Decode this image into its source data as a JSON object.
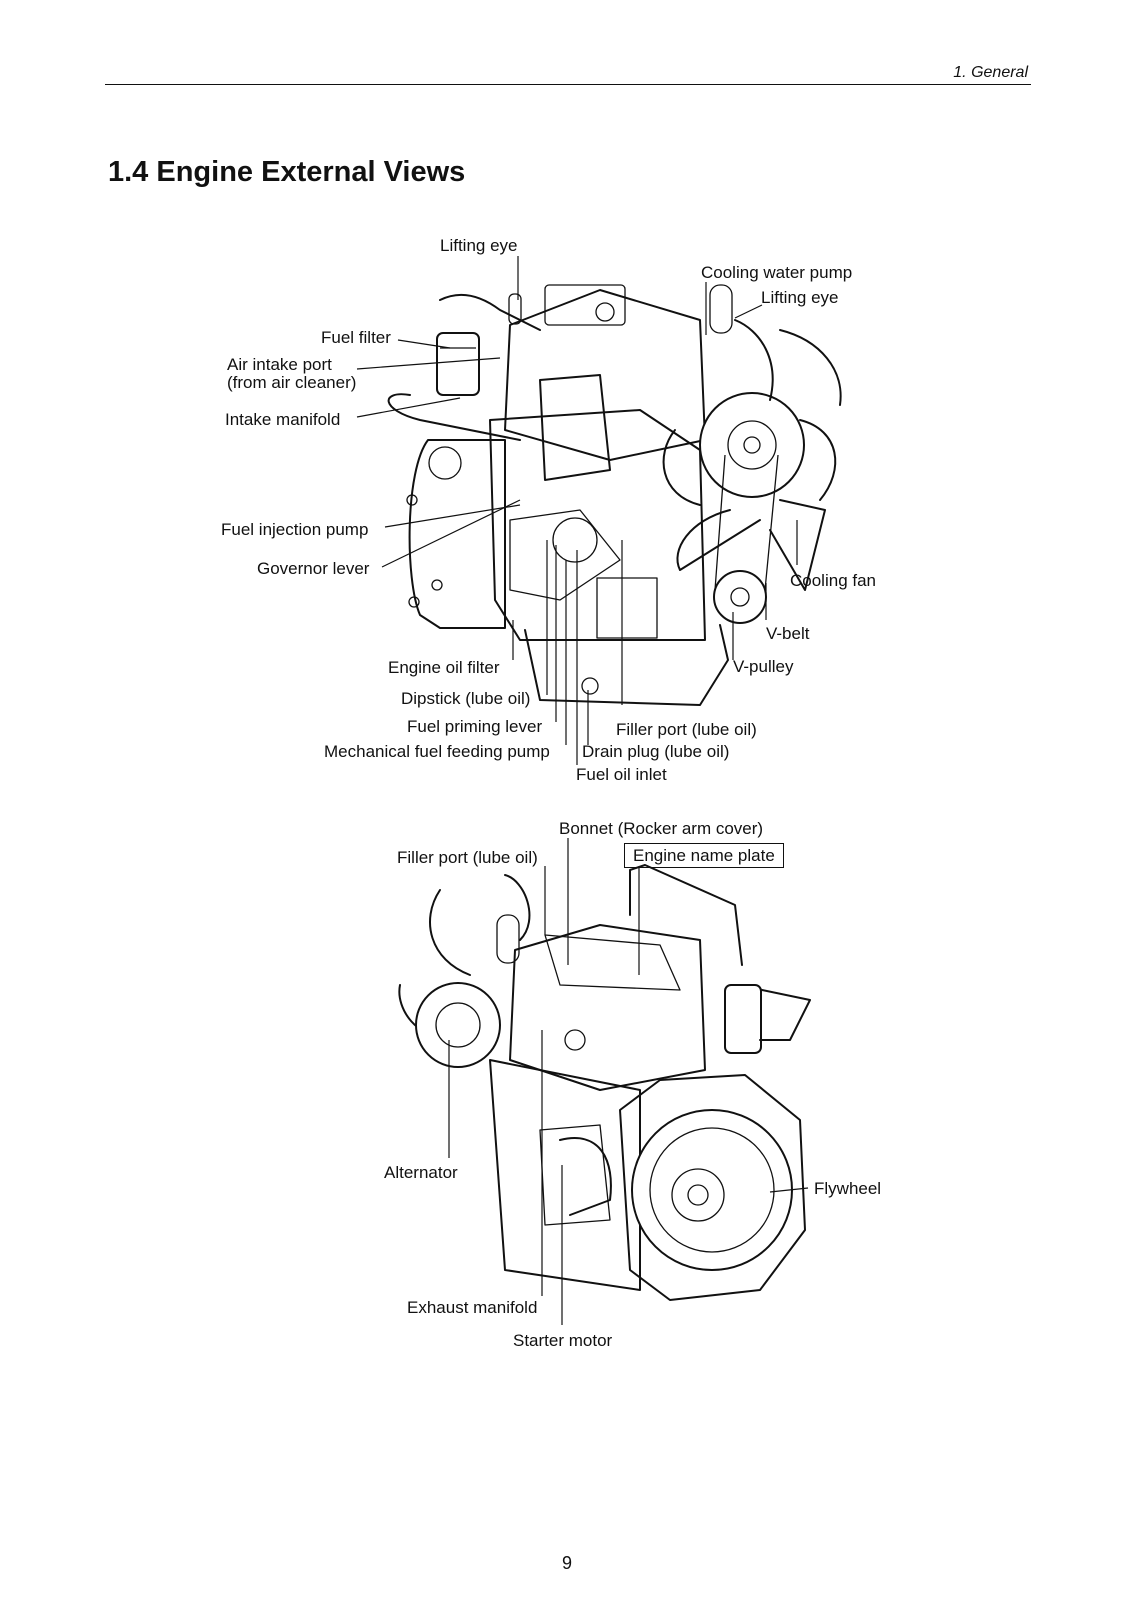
{
  "header": {
    "section": "1.  General"
  },
  "title": "1.4 Engine External Views",
  "figure_top": {
    "labels": {
      "lifting_eye_1": "Lifting eye",
      "cooling_water_pump": "Cooling water pump",
      "lifting_eye_2": "Lifting eye",
      "fuel_filter": "Fuel filter",
      "air_intake_port_line1": "Air intake port",
      "air_intake_port_line2": "(from air cleaner)",
      "intake_manifold": "Intake manifold",
      "fuel_injection_pump": "Fuel injection pump",
      "governor_lever": "Governor lever",
      "cooling_fan": "Cooling fan",
      "v_belt": "V-belt",
      "v_pulley": "V-pulley",
      "engine_oil_filter": "Engine oil filter",
      "dipstick": "Dipstick (lube oil)",
      "fuel_priming_lever": "Fuel priming lever",
      "filler_port": "Filler port (lube oil)",
      "mechanical_fuel_feeding_pump": "Mechanical fuel feeding pump",
      "drain_plug": "Drain plug  (lube oil)",
      "fuel_oil_inlet": "Fuel oil inlet"
    }
  },
  "figure_bottom": {
    "labels": {
      "bonnet": "Bonnet (Rocker arm cover)",
      "filler_port": "Filler port (lube oil)",
      "engine_name_plate": "Engine name plate",
      "alternator": "Alternator",
      "flywheel": "Flywheel",
      "exhaust_manifold": "Exhaust manifold",
      "starter_motor": "Starter motor"
    }
  },
  "page_number": "9"
}
